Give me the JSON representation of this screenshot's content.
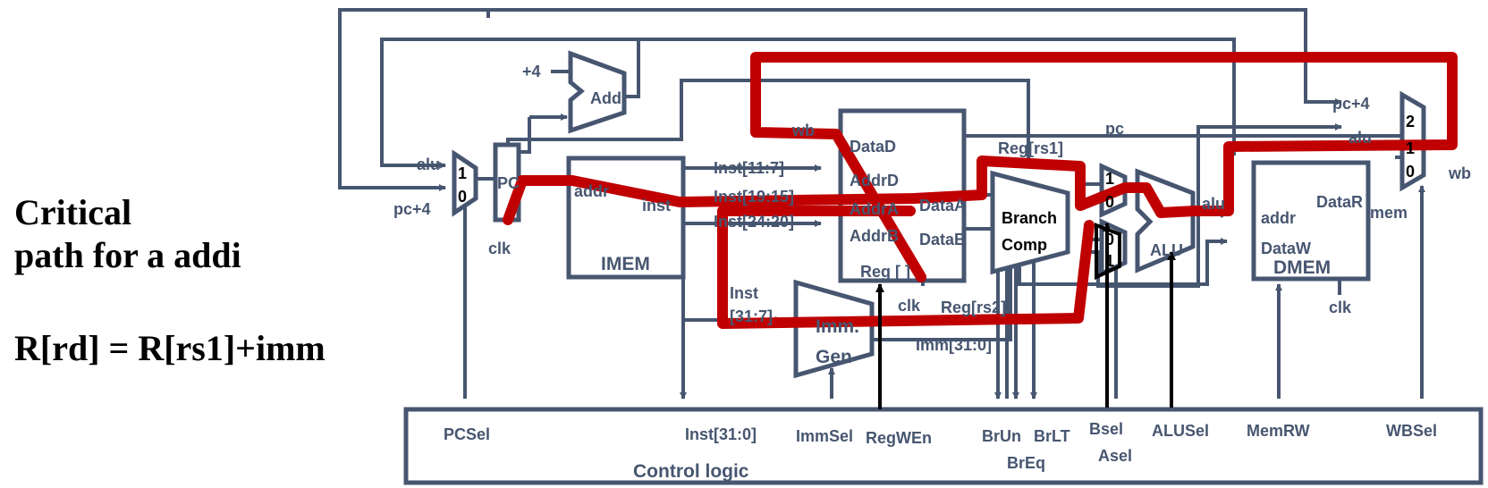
{
  "caption": {
    "line1": "Critical",
    "line2": "path for a addi",
    "equation": "R[rd] = R[rs1]+imm"
  },
  "pc_mux": {
    "in1": "alu",
    "in0": "pc+4",
    "sel1": "1",
    "sel0": "0"
  },
  "pc": {
    "label": "PC",
    "clk": "clk"
  },
  "adder": {
    "const": "+4",
    "label": "Add"
  },
  "imem": {
    "label": "IMEM",
    "in": "addr",
    "out": "inst"
  },
  "fields": {
    "rd": "Inst[11:7]",
    "rs1": "Inst[19:15]",
    "rs2": "Inst[24:20]",
    "imm_a": "Inst",
    "imm_b": "[31:7]"
  },
  "regfile": {
    "wb": "wb",
    "datad": "DataD",
    "addrd": "AddrD",
    "addra": "AddrA",
    "addrb": "AddrB",
    "dataa": "DataA",
    "datab": "DataB",
    "label": "Reg [ ]",
    "clk": "clk"
  },
  "immgen": {
    "top": "Imm.",
    "bottom": "Gen",
    "out": "Imm[31:0]"
  },
  "branch": {
    "line1": "Branch",
    "line2": "Comp",
    "rs1": "Reg[rs1]",
    "rs2": "Reg[rs2]"
  },
  "amux": {
    "in": "pc",
    "sel1": "1",
    "sel0": "0"
  },
  "bmux": {
    "sel0": "0",
    "sel1": "1"
  },
  "alu": {
    "out": "alu",
    "label": "ALU"
  },
  "dmem": {
    "addr": "addr",
    "dataw": "DataW",
    "datar": "DataR",
    "label": "DMEM",
    "clk": "clk"
  },
  "wbmux": {
    "pc4": "pc+4",
    "alu": "alu",
    "mem": "mem",
    "sel2": "2",
    "sel1": "1",
    "sel0": "0",
    "out": "wb"
  },
  "control": {
    "title": "Control logic",
    "pcsel": "PCSel",
    "inst": "Inst[31:0]",
    "immsel": "ImmSel",
    "regwen": "RegWEn",
    "brun": "BrUn",
    "brlt": "BrLT",
    "breq": "BrEq",
    "bsel": "Bsel",
    "asel": "Asel",
    "alusel": "ALUSel",
    "memrw": "MemRW",
    "wbsel": "WBSel"
  },
  "colors": {
    "wire": "#475670",
    "critical_path": "#c00000",
    "control_arrow": "#000000"
  }
}
